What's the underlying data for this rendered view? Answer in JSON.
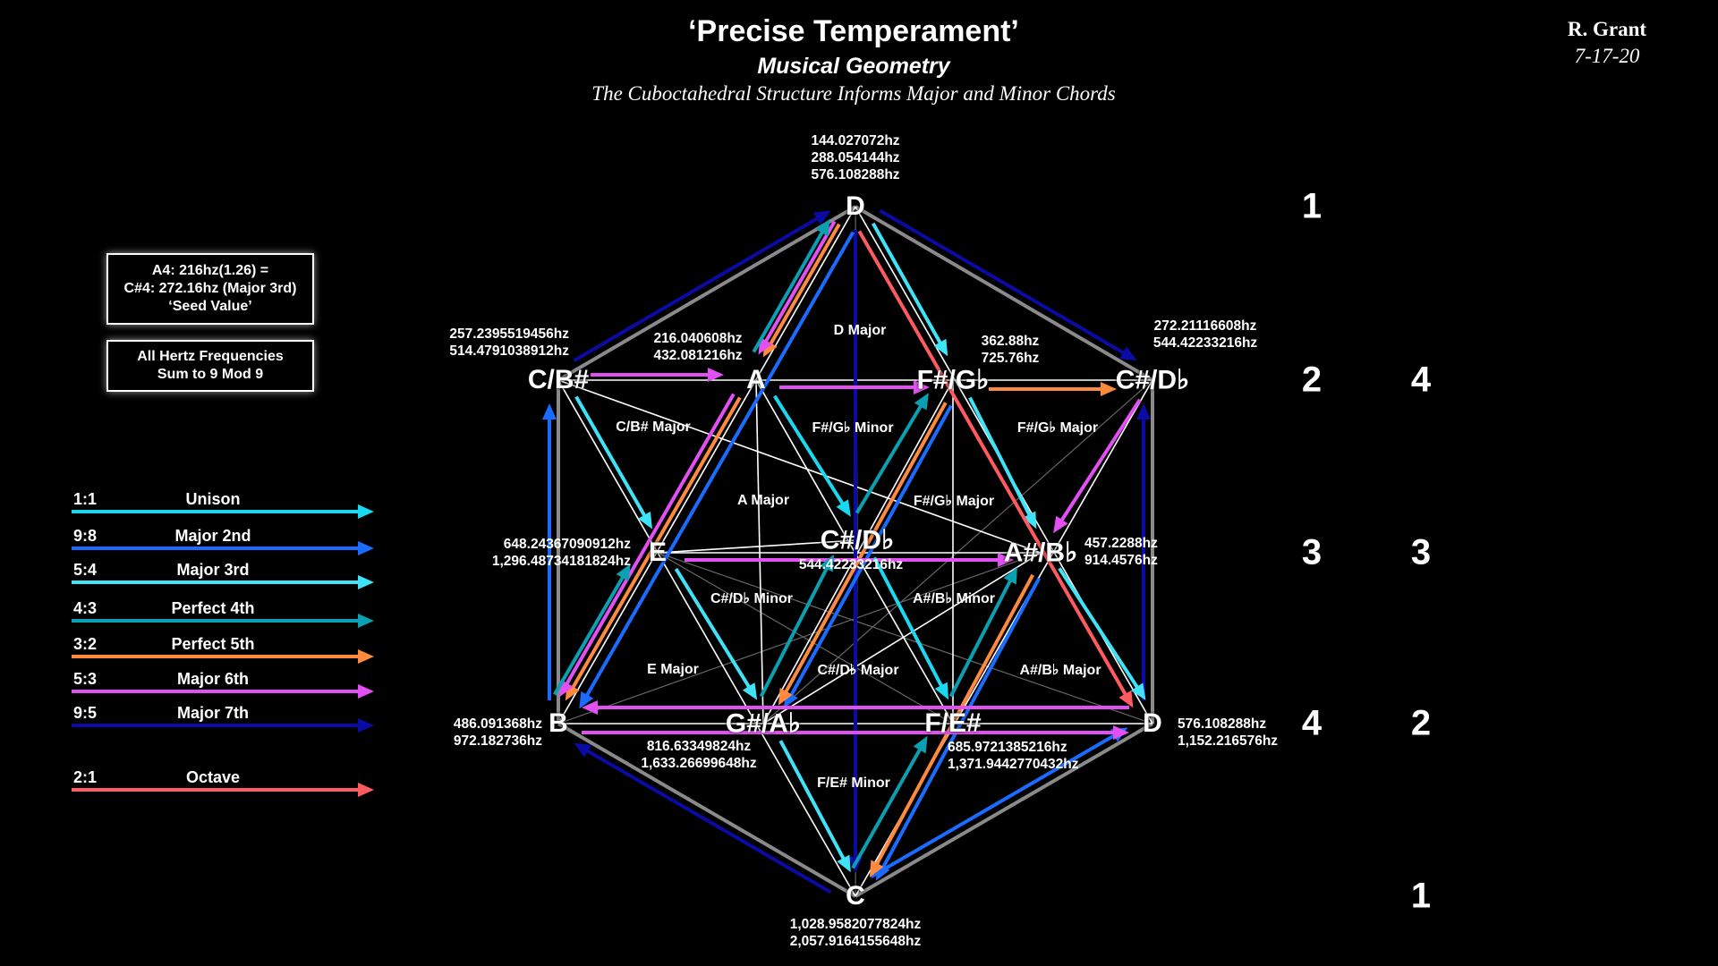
{
  "header": {
    "title": "‘Precise Temperament’",
    "subtitle": "Musical Geometry",
    "caption": "The Cuboctahedral Structure Informs Major and Minor Chords",
    "author": "R. Grant",
    "date": "7-17-20"
  },
  "info_boxes": [
    {
      "lines": [
        "A4:  216hz(1.26) =",
        "C#4: 272.16hz (Major 3rd)",
        "‘Seed Value’"
      ]
    },
    {
      "lines": [
        "All Hertz Frequencies",
        "Sum to 9 Mod 9"
      ]
    }
  ],
  "legend": [
    {
      "ratio": "1:1",
      "name": "Unison",
      "color": "#19d8ef"
    },
    {
      "ratio": "9:8",
      "name": "Major 2nd",
      "color": "#1a6bff"
    },
    {
      "ratio": "5:4",
      "name": "Major 3rd",
      "color": "#3fe3f7"
    },
    {
      "ratio": "4:3",
      "name": "Perfect 4th",
      "color": "#0a9fb1"
    },
    {
      "ratio": "3:2",
      "name": "Perfect 5th",
      "color": "#ff8a3d"
    },
    {
      "ratio": "5:3",
      "name": "Major 6th",
      "color": "#e24ff2"
    },
    {
      "ratio": "9:5",
      "name": "Major 7th",
      "color": "#0a0aa5"
    },
    {
      "ratio": "2:1",
      "name": "Octave",
      "color": "#ff5a5f"
    }
  ],
  "nodes": {
    "d_top": "D",
    "cb_left": "C/B#",
    "a": "A",
    "fg": "F#/G♭",
    "cd_right": "C#/D♭",
    "e": "E",
    "cd_center": "C#/D♭",
    "ab": "A#/B♭",
    "b": "B",
    "ga": "G#/A♭",
    "fe": "F/E#",
    "d_right": "D",
    "c_bottom": "C"
  },
  "frequencies": {
    "d_top": [
      "144.027072hz",
      "288.054144hz",
      "576.108288hz"
    ],
    "cb_left": [
      "257.2395519456hz",
      "514.4791038912hz"
    ],
    "a": [
      "216.040608hz",
      "432.081216hz"
    ],
    "fg": [
      "362.88hz",
      "725.76hz"
    ],
    "cd_right": [
      "272.21116608hz",
      "544.42233216hz"
    ],
    "e": [
      "648.24367090912hz",
      "1,296.48734181824hz"
    ],
    "cd_center": [
      "544.42233216hz"
    ],
    "ab": [
      "457.2288hz",
      "914.4576hz"
    ],
    "b": [
      "486.091368hz",
      "972.182736hz"
    ],
    "ga": [
      "816.63349824hz",
      "1,633.26699648hz"
    ],
    "fe": [
      "685.9721385216hz",
      "1,371.9442770432hz"
    ],
    "d_right": [
      "576.108288hz",
      "1,152.216576hz"
    ],
    "c_bottom": [
      "1,028.9582077824hz",
      "2,057.9164155648hz"
    ]
  },
  "chords": [
    "D Major",
    "C/B# Major",
    "F#/G♭ Minor",
    "F#/G♭ Major",
    "A Major",
    "F#/G♭ Major",
    "C#/D♭ Minor",
    "A#/B♭ Minor",
    "E Major",
    "C#/D♭ Major",
    "A#/B♭ Major",
    "F/E# Minor"
  ],
  "row_numbers": {
    "left": [
      "1",
      "2",
      "3",
      "4"
    ],
    "right": [
      "4",
      "3",
      "2",
      "1"
    ]
  }
}
